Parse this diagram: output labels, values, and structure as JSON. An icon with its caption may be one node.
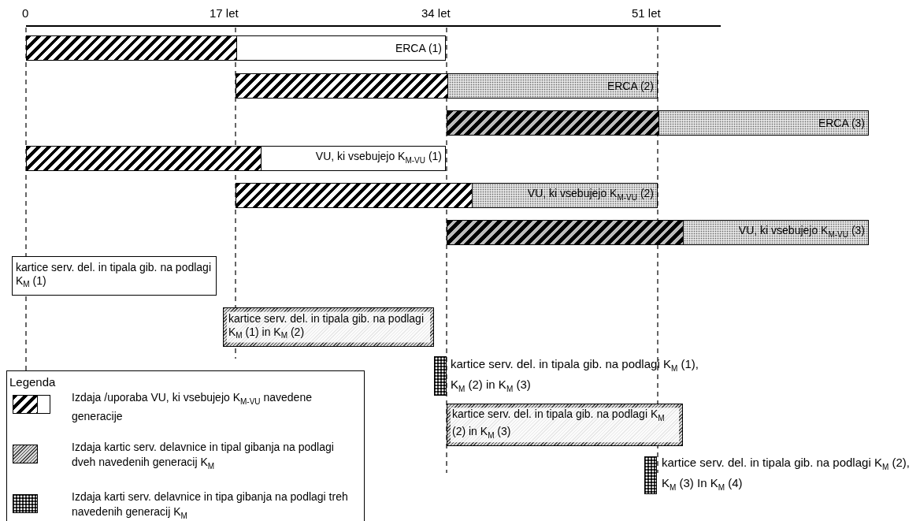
{
  "diagram": {
    "nodes": [
      {
        "text": [
          "ERCA (1)"
        ]
      },
      {
        "text": [
          "ERCA (2)"
        ]
      },
      {
        "text": [
          "ERCA (3)"
        ]
      },
      {
        "text": [
          "VU, ki vsebujejo K$_{M-VU}$ (1)"
        ]
      },
      {
        "text": [
          "VU, ki vsebujejo K$_{M-VU}$ (2)"
        ]
      },
      {
        "text": [
          "VU, ki vsebujejo K$_{M-VU}$ (3)"
        ]
      },
      {
        "text": [
          "kartice serv. del. in tipala gib. na podlagi K$_{M}$ (1)"
        ]
      },
      {
        "text": [
          "kartice serv. del. in tipala gib. na podlagi K$_{M}$ (1) in K$_{M}$ (2)"
        ]
      },
      {
        "text": [],
        "shape": "box",
        "beside": [
          "kartice serv. del. in tipala gib. na podlagi K$_{M}$ (1), K$_{M}$ (2) in K$_{M}$ (3)"
        ]
      },
      {
        "text": [
          "kartice serv. del. in tipala gib. na podlagi K$_{M}$ (2) in K$_{M}$ (3)"
        ]
      },
      {
        "text": [],
        "shape": "box",
        "beside": [
          "kartice serv. del. in tipala gib. na podlagi K$_{M}$ (2), K$_{M}$ (3) In K$_{M}$ (4)"
        ]
      }
    ],
    "edges": [],
    "labels": [
      "0",
      "17 let",
      "34 let",
      "51 let",
      "Legenda"
    ],
    "legend": [
      {
        "text": "Izdaja /uporaba VU, ki vsebujejo K$_{M-VU}$ navedene generacije"
      },
      {
        "text": "Izdaja kartic serv. delavnice in tipal gibanja na podlagi dveh navedenih generacij K$_{M}$"
      },
      {
        "text": "Izdaja karti serv. delavnice in tipa gibanja na podlagi treh navedenih generacij K$_{M}$"
      }
    ]
  }
}
